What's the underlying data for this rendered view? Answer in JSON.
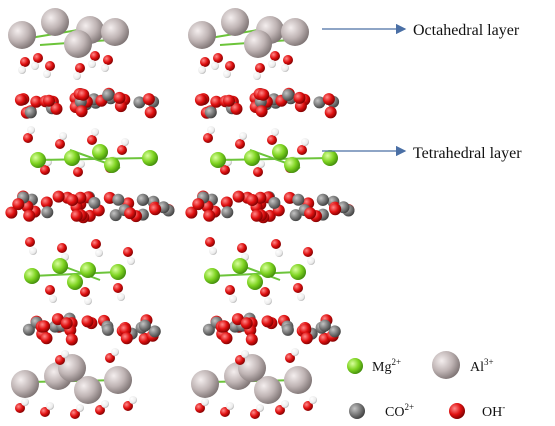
{
  "annotations": {
    "octahedral": "Octahedral layer",
    "tetrahedral": "Tetrahedral layer",
    "arrow_color": "#4a6fa5"
  },
  "legend": [
    {
      "symbol": "Mg",
      "charge": "2+",
      "color": "#7ed321",
      "shape": "small-sphere"
    },
    {
      "symbol": "Al",
      "charge": "3+",
      "color": "#b8b3b3",
      "shape": "large-sphere"
    },
    {
      "symbol": "CO",
      "charge": "2+",
      "color": "#7f7f7f",
      "shape": "small-sphere"
    },
    {
      "symbol": "OH",
      "charge": "-",
      "color": "#e01010",
      "shape": "small-sphere"
    }
  ],
  "atom_colors": {
    "aluminum": "#bdb3b3",
    "magnesium": "#7ed321",
    "carbonate": "#7a7a7a",
    "oxygen": "#e01010",
    "hydrogen": "#f2f2f2",
    "bond": "#6cc43a"
  }
}
